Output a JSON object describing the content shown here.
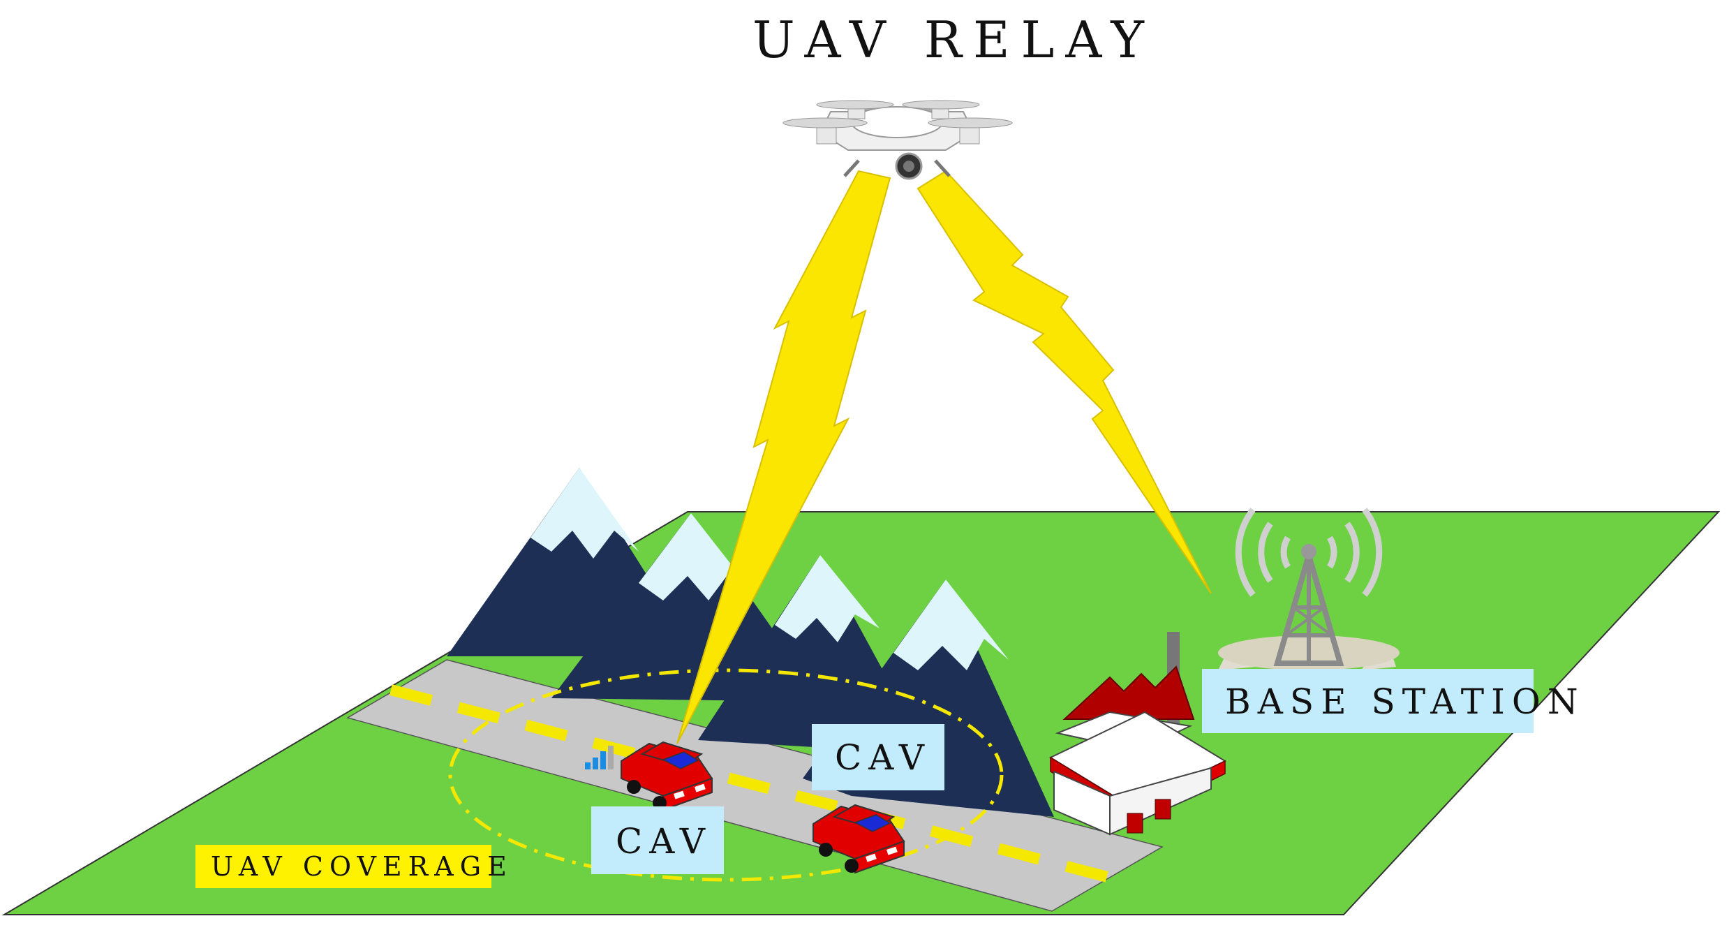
{
  "title": "UAV RELAY",
  "labels": {
    "base_station": "BASE STATION",
    "cav_upper": "CAV",
    "cav_lower": "CAV",
    "coverage": "UAV COVERAGE"
  },
  "icons": [
    "drone-icon",
    "lightning-bolt-icon",
    "mountain-icon",
    "car-icon",
    "signal-bars-icon",
    "radio-tower-icon",
    "factory-icon"
  ],
  "colors": {
    "ground": "#6ed144",
    "road": "#c8c8c8",
    "lane_marking": "#f5e800",
    "bolt": "#fae600",
    "mountain": "#1e2f55",
    "snow": "#def6fb",
    "label_box": "#c2ecfb",
    "coverage_box": "#fff200",
    "car_body": "#e00000",
    "car_window": "#1a2ad6",
    "factory_roof": "#b00000"
  }
}
